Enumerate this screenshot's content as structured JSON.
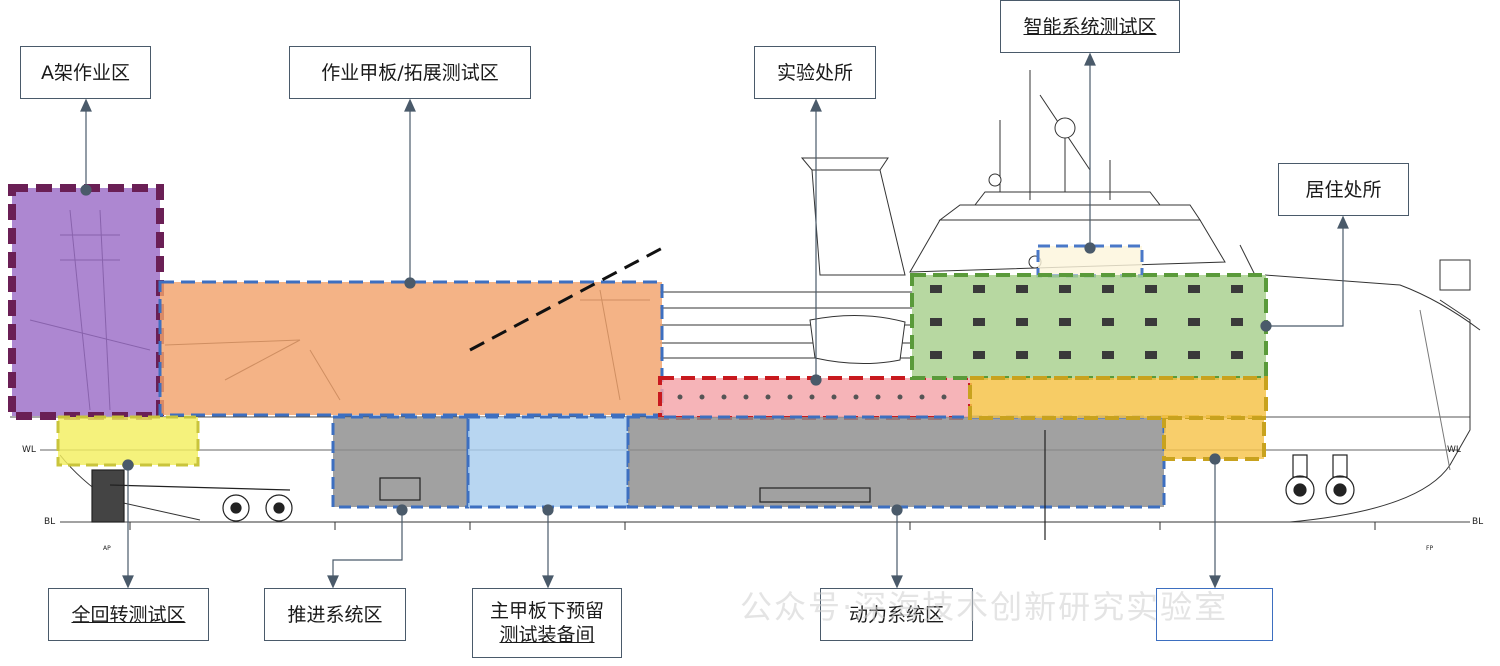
{
  "zones": [
    {
      "id": "a-frame",
      "label": "A架作业区",
      "fill": "#9b6cc7",
      "stroke": "#6a1f55"
    },
    {
      "id": "work-deck",
      "label": "作业甲板/拓展测试区",
      "fill": "#f2a26b",
      "stroke": "#3d6fc0"
    },
    {
      "id": "lab",
      "label": "实验处所",
      "fill": "#f4a3a8",
      "stroke": "#c8191e"
    },
    {
      "id": "smart-system",
      "label": "智能系统测试区",
      "fill": "#fdf5dc",
      "stroke": "#4a78c8"
    },
    {
      "id": "living",
      "label": "居住处所",
      "fill": "#a7cf8c",
      "stroke": "#5a9a3a"
    },
    {
      "id": "azimuth",
      "label": "全回转测试区",
      "fill": "#f3ef5f",
      "stroke": "#c9c43c"
    },
    {
      "id": "propulsion",
      "label": "推进系统区",
      "fill": "#8c8c8c",
      "stroke": "#3d6fc0"
    },
    {
      "id": "sub-deck",
      "label_line1": "主甲板下预留",
      "label_line2": "测试装备间",
      "fill": "#a8cdee",
      "stroke": "#3d6fc0"
    },
    {
      "id": "power",
      "label": "动力系统区",
      "fill": "#8c8c8c",
      "stroke": "#3d6fc0"
    },
    {
      "id": "forward",
      "label": "",
      "fill": "#f6c34a",
      "stroke": "#c8a21e"
    }
  ],
  "drawing": {
    "wl_left": "WL",
    "wl_right": "WL",
    "bl_left": "BL",
    "bl_right": "BL",
    "ap": "AP",
    "fp": "FP"
  },
  "watermark": "公众号·深海技术创新研究实验室"
}
